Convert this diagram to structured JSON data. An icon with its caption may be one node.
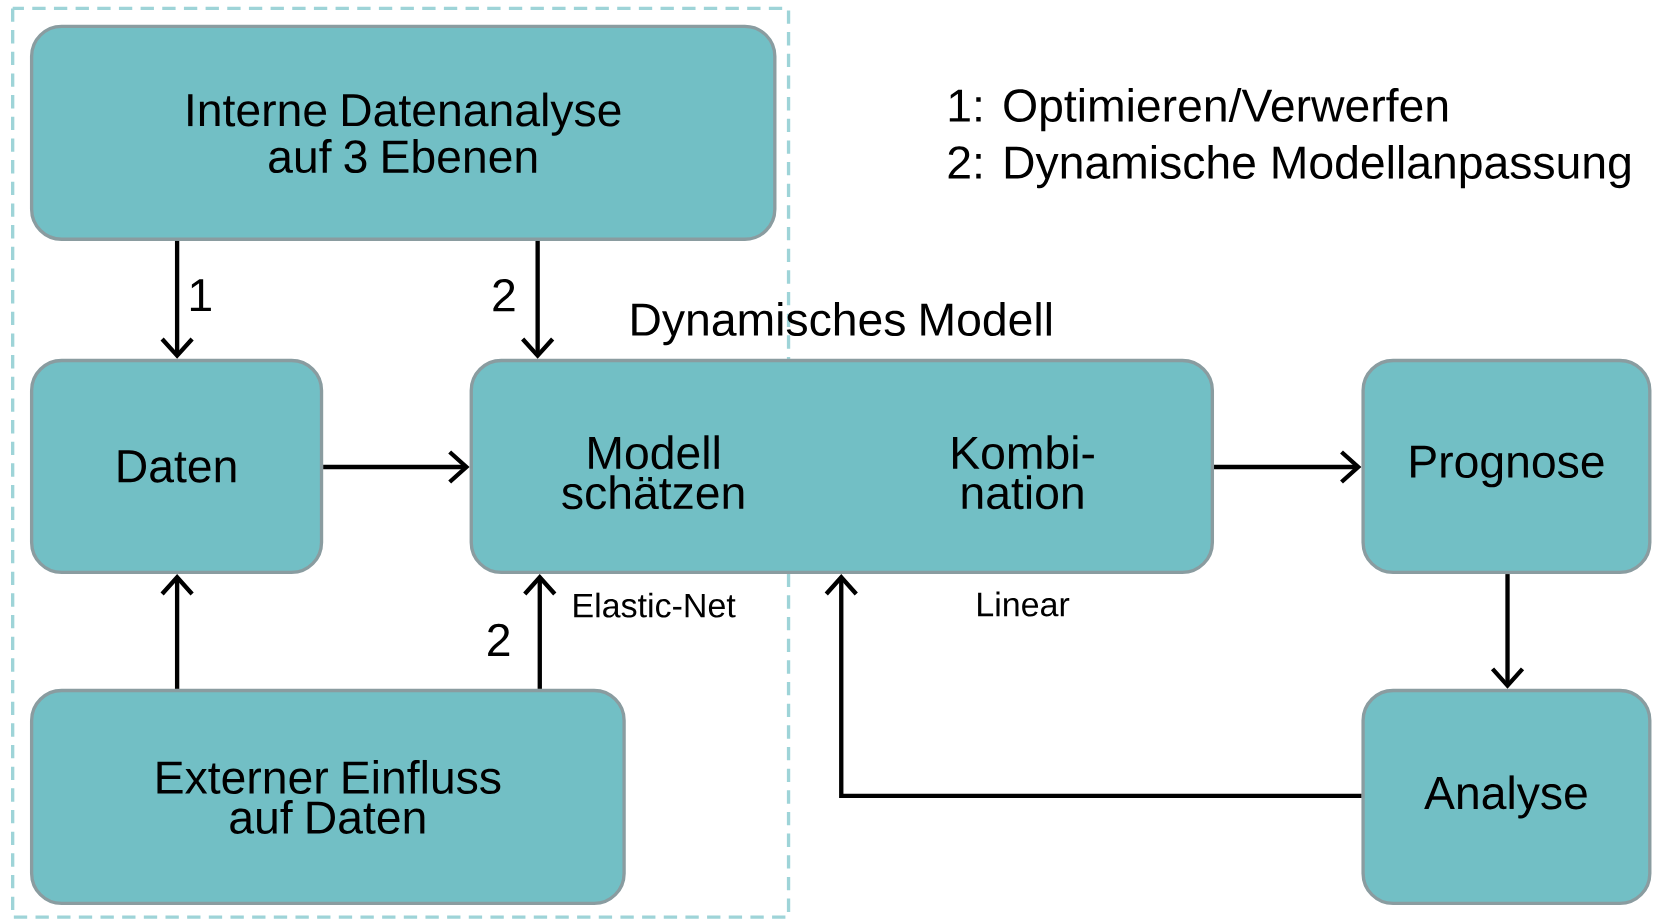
{
  "diagram": {
    "nodes": [
      {
        "text": [
          "Interne Datenanalyse auf 3 Ebenen"
        ]
      },
      {
        "text": [
          "Daten"
        ]
      },
      {
        "text": [
          "Dynamisches Modell",
          "Modell schätzen",
          "Kombi- nation"
        ],
        "beside": [
          "Elastic-Net",
          "Linear"
        ]
      },
      {
        "text": [
          "Prognose"
        ]
      },
      {
        "text": [
          "Analyse"
        ]
      },
      {
        "text": [
          "Externer Einfluss auf Daten"
        ]
      }
    ],
    "edges": [
      {
        "from": 0,
        "to": 1,
        "arrow": "to",
        "label": "1"
      },
      {
        "from": 0,
        "to": 2,
        "arrow": "to",
        "label": "2"
      },
      {
        "from": 1,
        "to": 2,
        "arrow": "to"
      },
      {
        "from": 5,
        "to": 1,
        "arrow": "to"
      },
      {
        "from": 5,
        "to": 2,
        "arrow": "to",
        "label": "2"
      },
      {
        "from": 2,
        "to": 3,
        "arrow": "to"
      },
      {
        "from": 3,
        "to": 4,
        "arrow": "to"
      },
      {
        "from": 4,
        "to": 2,
        "arrow": "to"
      }
    ],
    "labels": [
      "1: Optimieren/Verwerfen",
      "2: Dynamische Modellanpassung"
    ]
  }
}
